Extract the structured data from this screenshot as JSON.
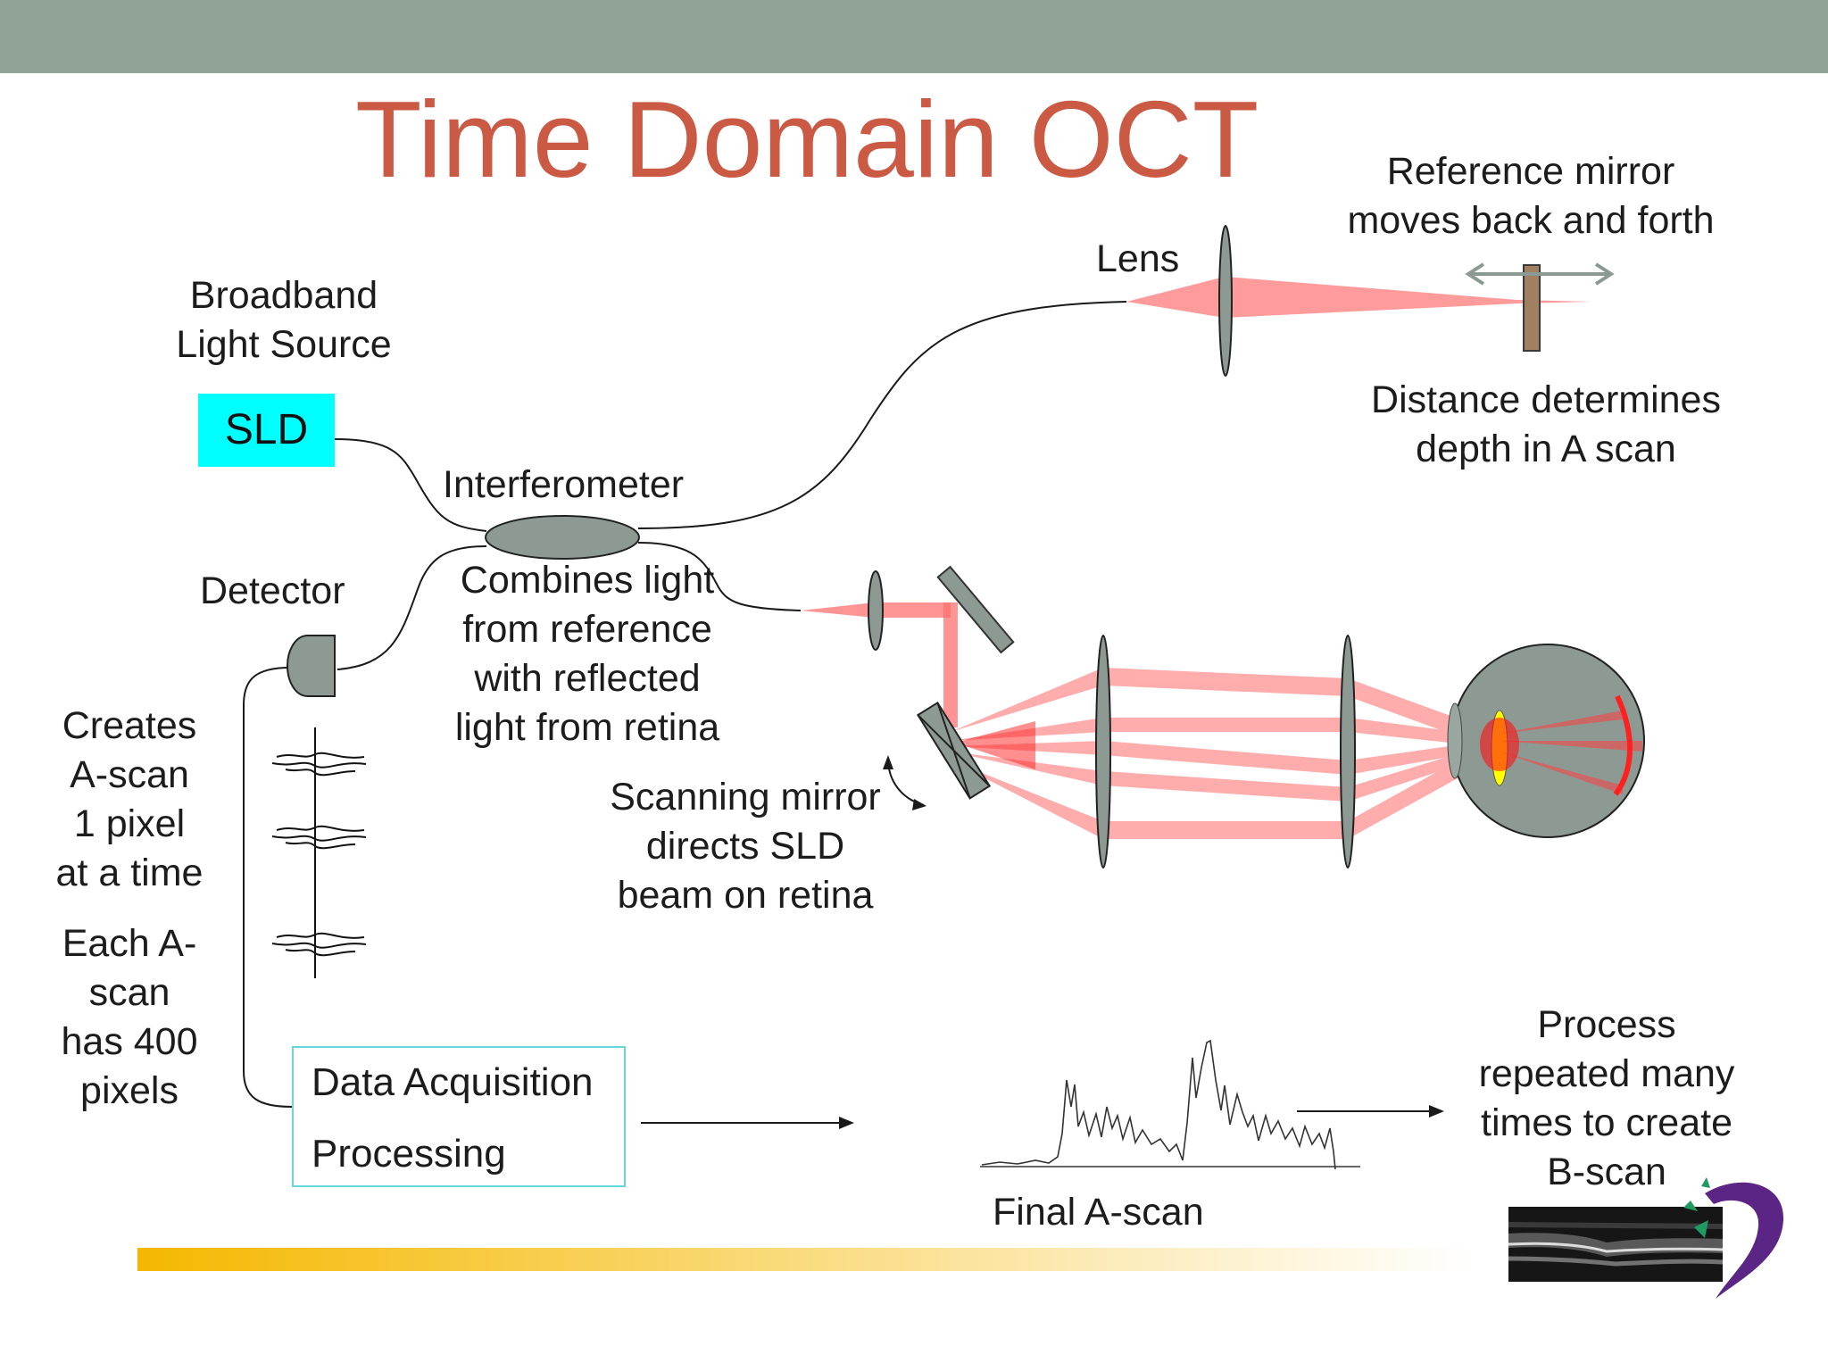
{
  "title": "Time Domain OCT",
  "colors": {
    "top_bar": "#91a297",
    "title": "#cb5a44",
    "sld_box": "#00ffff",
    "beam": "#ff7070",
    "beam_core": "#ff1010",
    "optic_fill": "#8c9a93",
    "mirror_fill": "#a08060",
    "data_box_border": "#67d7dc",
    "bottom_bar_start": "#f5b800",
    "logo_purple": "#5a2585",
    "logo_green": "#1e9a62",
    "eye_lens": "#ffff00",
    "retina": "#ff2020"
  },
  "labels": {
    "broadband": [
      "Broadband",
      "Light Source"
    ],
    "sld": "SLD",
    "interferometer": "Interferometer",
    "lens": "Lens",
    "reference": [
      "Reference mirror",
      "moves back and forth"
    ],
    "distance": [
      "Distance determines",
      "depth in  A scan"
    ],
    "detector": "Detector",
    "combines": [
      "Combines light",
      "from reference",
      "with reflected",
      "light from retina"
    ],
    "scanning": [
      "Scanning mirror",
      "directs SLD",
      "beam on retina"
    ],
    "creates": [
      "Creates",
      "A-scan",
      "1 pixel",
      "at a time"
    ],
    "each": [
      "Each A-",
      "scan",
      "has 400",
      "pixels"
    ],
    "data_acquisition": "Data Acquisition",
    "processing": "Processing",
    "final_ascan": "Final A-scan",
    "process_repeated": [
      "Process",
      "repeated many",
      "times to create",
      "B-scan"
    ]
  },
  "icons": {
    "sld": "light-source-box",
    "detector": "detector-half-dome-icon",
    "coupler": "fiber-coupler-ellipse",
    "reference_mirror": "reference-mirror-icon",
    "scanning_mirror": "scanning-mirror-icon",
    "eye": "eye-cross-section-icon",
    "logo": "institution-logo-icon"
  }
}
